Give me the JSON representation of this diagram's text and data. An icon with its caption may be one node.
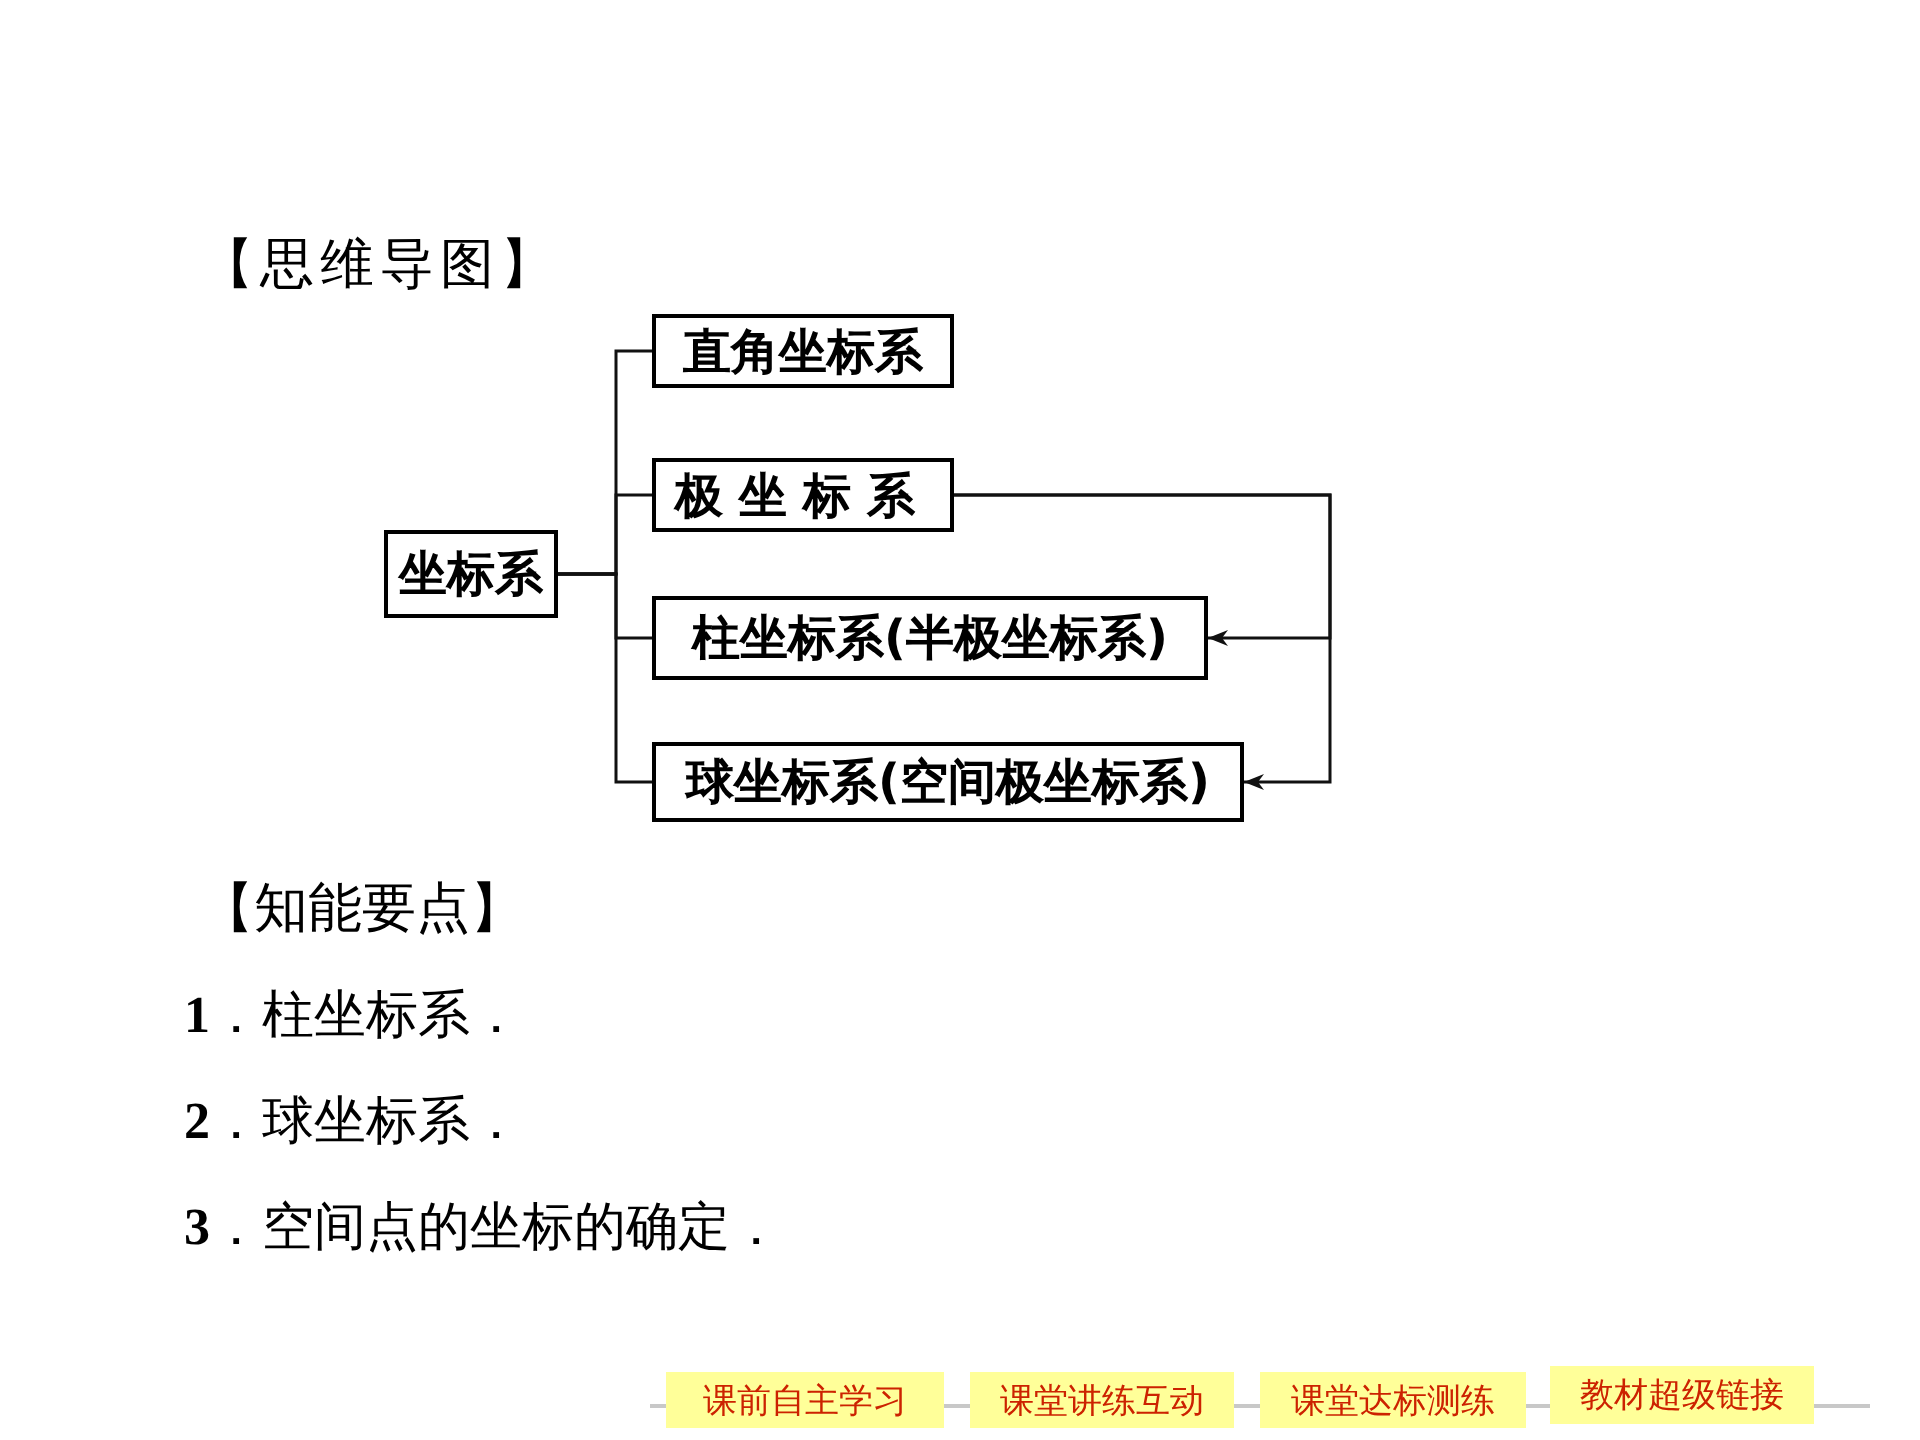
{
  "diagram": {
    "title": "【思维导图】",
    "nodes": [
      {
        "text": [
          "坐标系"
        ]
      },
      {
        "text": [
          "直角坐标系"
        ]
      },
      {
        "text": [
          "极坐标系"
        ]
      },
      {
        "text": [
          "柱坐标系(半极坐标系)"
        ]
      },
      {
        "text": [
          "球坐标系(空间极坐标系)"
        ]
      },
      {
        "text": [
          "课前自主学习"
        ]
      },
      {
        "text": [
          "课堂讲练互动"
        ]
      },
      {
        "text": [
          "课堂达标测练"
        ]
      },
      {
        "text": [
          "教材超级链接"
        ]
      }
    ],
    "edges": [
      {
        "from": 0,
        "to": 1,
        "arrow": "none"
      },
      {
        "from": 0,
        "to": 2,
        "arrow": "none"
      },
      {
        "from": 0,
        "to": 3,
        "arrow": "none"
      },
      {
        "from": 0,
        "to": 4,
        "arrow": "none"
      },
      {
        "from": 2,
        "to": 3,
        "arrow": "to"
      },
      {
        "from": 2,
        "to": 4,
        "arrow": "to"
      }
    ],
    "labels": [
      "【知能要点】",
      "**1**．柱坐标系．",
      "**2**．球坐标系．",
      "**3**．空间点的坐标的确定．"
    ]
  }
}
